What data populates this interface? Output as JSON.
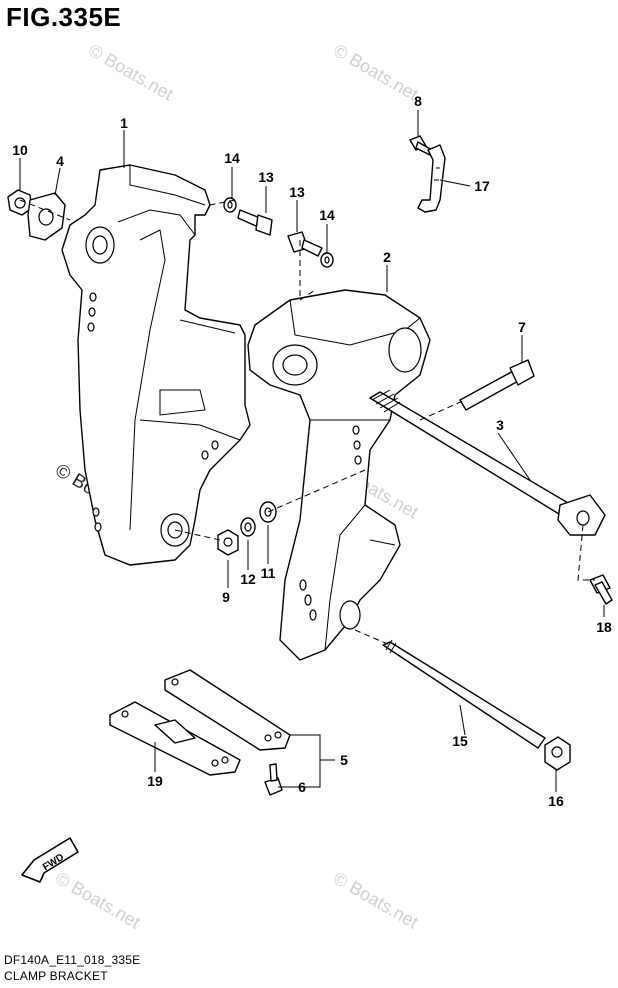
{
  "figure": {
    "title": "FIG.335E",
    "model_code": "DF140A_E11_018_335E",
    "name": "CLAMP BRACKET"
  },
  "watermark": {
    "text": "© Boats.net"
  },
  "callouts": [
    "1",
    "2",
    "3",
    "4",
    "5",
    "6",
    "7",
    "8",
    "9",
    "10",
    "11",
    "12",
    "13",
    "13",
    "14",
    "14",
    "15",
    "16",
    "17",
    "18",
    "19"
  ],
  "fwd_label": "FWD"
}
